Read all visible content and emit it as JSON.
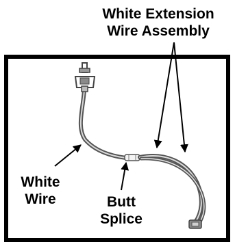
{
  "callouts": {
    "extension_wire": {
      "line1": "White Extension",
      "line2": "Wire Assembly"
    },
    "white_wire": {
      "line1": "White",
      "line2": "Wire"
    },
    "butt_splice": {
      "line1": "Butt",
      "line2": "Splice"
    }
  },
  "colors": {
    "frame": "#000000",
    "wire": "#6e6e6e",
    "wire_highlight": "#e0e0e0",
    "background": "#ffffff"
  }
}
